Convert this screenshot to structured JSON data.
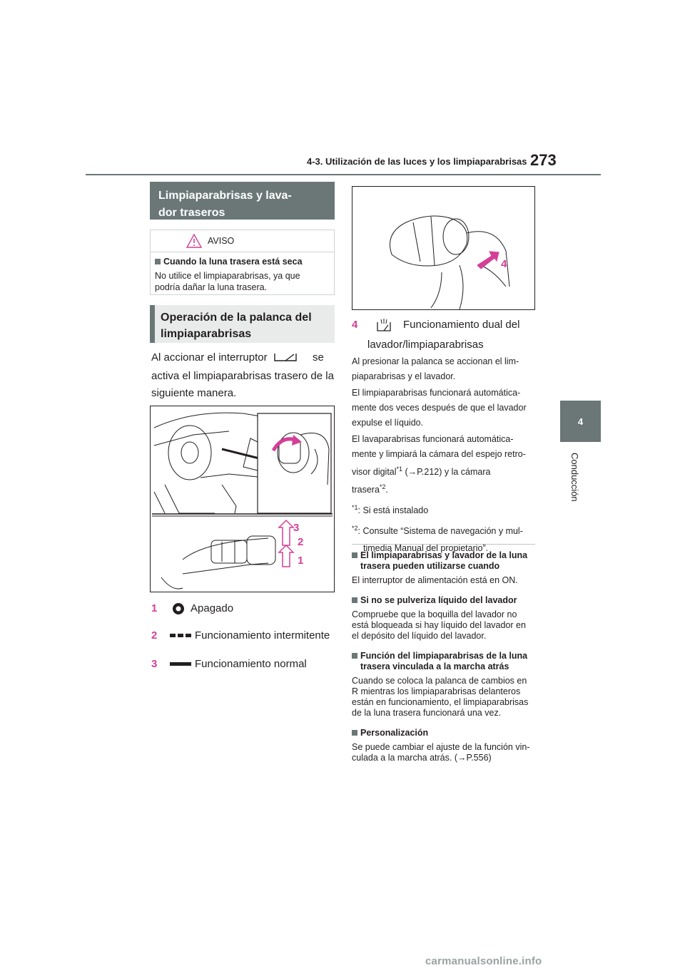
{
  "header": {
    "title": "4-3. Utilización de las luces y los limpiaparabrisas",
    "page_number": "273"
  },
  "side_tab": {
    "number": "4",
    "label": "Conducción"
  },
  "section": {
    "title_line1": "Limpiaparabrisas y lava-",
    "title_line2": "dor traseros"
  },
  "aviso": {
    "label": "AVISO",
    "heading": "Cuando la luna trasera está seca",
    "text_line1": "No utilice el limpiaparabrisas, ya que",
    "text_line2": "podría dañar la luna trasera."
  },
  "subsection": {
    "title_line1": "Operación de la palanca del",
    "title_line2": "limpiaparabrisas"
  },
  "intro": {
    "line1_a": "Al accionar el interruptor",
    "line1_b": "se",
    "line2": "activa el limpiaparabrisas trasero de la",
    "line3": "siguiente manera."
  },
  "figure_labels": {
    "n1": "1",
    "n2": "2",
    "n3": "3",
    "n4": "4"
  },
  "positions": [
    {
      "num": "1",
      "label": "Apagado"
    },
    {
      "num": "2",
      "label": "Funcionamiento intermitente"
    },
    {
      "num": "3",
      "label": "Funcionamiento normal"
    }
  ],
  "item4": {
    "num": "4",
    "label_line1": "Funcionamiento dual del",
    "label_line2": "lavador/limpiaparabrisas"
  },
  "item4_desc": {
    "p1_l1": "Al presionar la palanca se accionan el lim-",
    "p1_l2": "piaparabrisas y el lavador.",
    "p2_l1": "El limpiaparabrisas funcionará automática-",
    "p2_l2": "mente dos veces después de que el lavador",
    "p2_l3": "expulse el líquido.",
    "p3_l1": "El lavaparabrisas funcionará automática-",
    "p3_l2": "mente y limpiará la cámara del espejo retro-",
    "p3_l3a": "visor digital",
    "p3_sup1": "*1",
    "p3_l3b": " (→P.212) y la cámara",
    "p3_l4a": "trasera",
    "p3_sup2": "*2",
    "p3_l4b": ".",
    "fn1_mark": "*1",
    "fn1_text": ": Si está instalado",
    "fn2_mark": "*2",
    "fn2_text_l1": ": Consulte “Sistema de navegación y mul-",
    "fn2_text_l2": "timedia Manual del propietario”."
  },
  "notes": [
    {
      "heading_l1": "El limpiaparabrisas y lavador de la luna",
      "heading_l2": "trasera pueden utilizarse cuando",
      "body": [
        "El interruptor de alimentación está en ON."
      ]
    },
    {
      "heading_l1": "Si no se pulveriza líquido del lavador",
      "heading_l2": "",
      "body": [
        "Compruebe que la boquilla del lavador no",
        "está bloqueada si hay líquido del lavador en",
        "el depósito del líquido del lavador."
      ]
    },
    {
      "heading_l1": "Función del limpiaparabrisas de la luna",
      "heading_l2": "trasera vinculada a la marcha atrás",
      "body": [
        "Cuando se coloca la palanca de cambios en",
        "R mientras los limpiaparabrisas delanteros",
        "están en funcionamiento, el limpiaparabrisas",
        "de la luna trasera funcionará una vez."
      ]
    },
    {
      "heading_l1": "Personalización",
      "heading_l2": "",
      "body": [
        "Se puede cambiar el ajuste de la función vin-",
        "culada a la marcha atrás. (→P.556)"
      ]
    }
  ],
  "watermark": "carmanualsonline.info",
  "colors": {
    "gray": "#6b7777",
    "accent": "#d43f97",
    "text": "#231f20"
  }
}
